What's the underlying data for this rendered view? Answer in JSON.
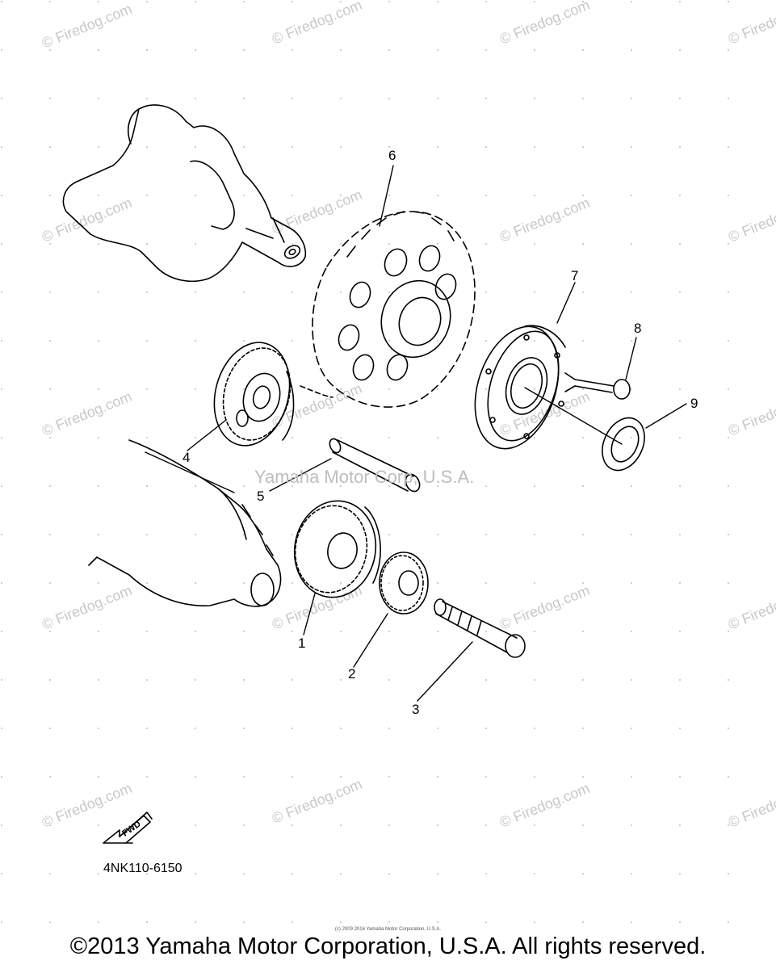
{
  "watermark": {
    "text": "© Firedog.com",
    "center_text": "Yamaha Motor Corp, U.S.A."
  },
  "callouts": [
    "1",
    "2",
    "3",
    "4",
    "5",
    "6",
    "7",
    "8",
    "9"
  ],
  "fwd_label": "FWD",
  "part_code": "4NK110-6150",
  "tiny_notice": "(c) 2009 2016 Yamaha Motor Corporation, U.S.A.",
  "copyright": "©2013 Yamaha Motor Corporation, U.S.A. All rights reserved."
}
